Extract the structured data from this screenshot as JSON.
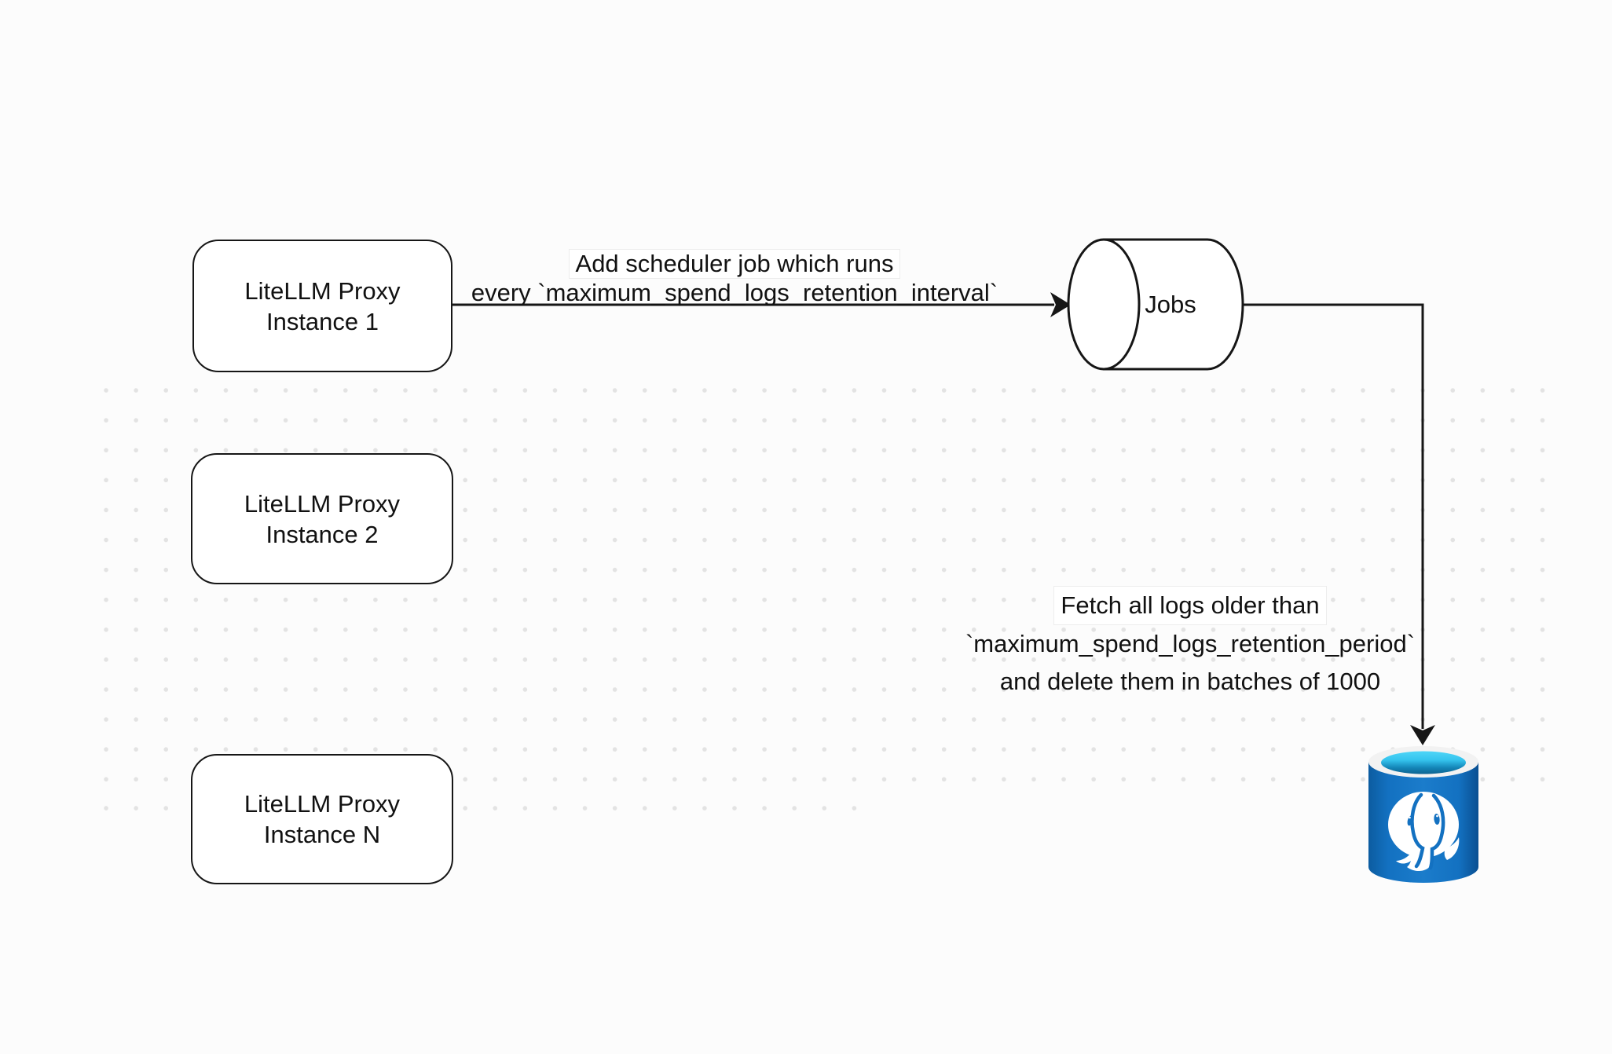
{
  "diagram": {
    "nodes": {
      "proxy1": {
        "line1": "LiteLLM Proxy",
        "line2": "Instance 1"
      },
      "proxy2": {
        "line1": "LiteLLM Proxy",
        "line2": "Instance 2"
      },
      "proxyN": {
        "line1": "LiteLLM Proxy",
        "line2": "Instance N"
      },
      "jobs": {
        "label": "Jobs"
      },
      "postgres": {
        "icon": "postgresql-database"
      }
    },
    "edges": {
      "scheduler": {
        "line1": "Add scheduler job which runs",
        "line2": "every `maximum_spend_logs_retention_interval`"
      },
      "fetch": {
        "line1": "Fetch all logs older than",
        "line2": "`maximum_spend_logs_retention_period`",
        "line3": "and delete them in batches of 1000"
      }
    },
    "colors": {
      "stroke": "#161616",
      "dot_grid": "#e3e3e3",
      "background": "#fcfcfc",
      "postgres_blue": "#1371c1",
      "postgres_blue_dark": "#0c5ca0",
      "opening_cyan": "#47d2f6",
      "opening_deep": "#0d6391",
      "rim_white": "#f2f2f2"
    }
  }
}
